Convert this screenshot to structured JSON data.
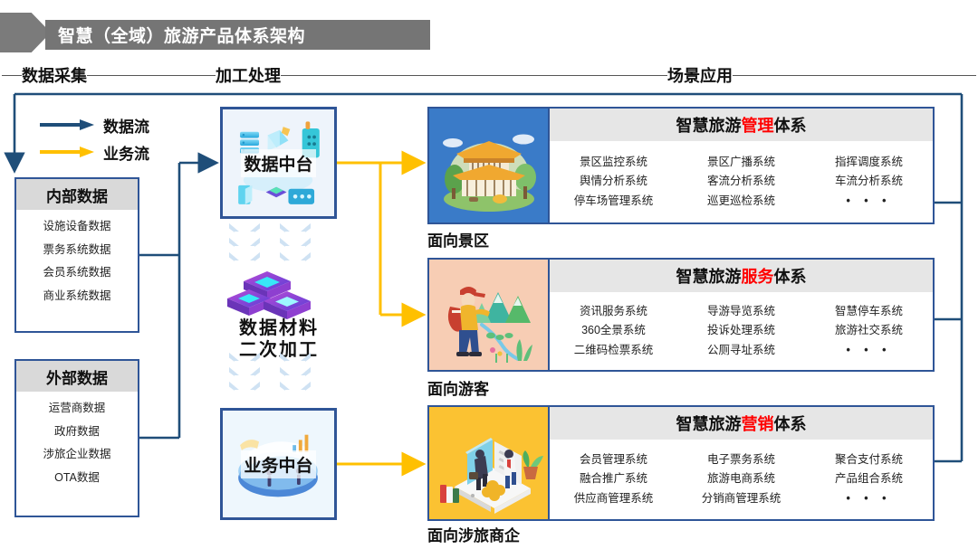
{
  "title": {
    "text": "智慧（全域）旅游产品体系架构"
  },
  "sections": [
    {
      "id": "collect",
      "label": "数据采集"
    },
    {
      "id": "process",
      "label": "加工处理"
    },
    {
      "id": "scene",
      "label": "场景应用"
    }
  ],
  "legend": {
    "items": [
      {
        "label": "数据流",
        "color": "#1f4e79",
        "icon": "arrow-right-icon"
      },
      {
        "label": "业务流",
        "color": "#ffc000",
        "icon": "arrow-right-icon"
      }
    ]
  },
  "sources": [
    {
      "id": "internal",
      "title": "内部数据",
      "items": [
        "设施设备数据",
        "票务系统数据",
        "会员系统数据",
        "商业系统数据"
      ]
    },
    {
      "id": "external",
      "title": "外部数据",
      "items": [
        "运营商数据",
        "政府数据",
        "涉旅企业数据",
        "OTA数据"
      ]
    }
  ],
  "platforms": [
    {
      "id": "data-platform",
      "label": "数据中台",
      "art": "data-center-isometric-illustration"
    },
    {
      "id": "biz-platform",
      "label": "业务中台",
      "art": "business-dashboard-illustration"
    }
  ],
  "middle": {
    "caption_line1": "数据材料",
    "caption_line2": "二次加工",
    "art": "data-cubes-icon",
    "chevron_icon": "chevron-down-icon"
  },
  "panels": [
    {
      "id": "management",
      "title_prefix": "智慧旅游",
      "title_accent": "管理",
      "title_suffix": "体系",
      "thumb": "temple-scenic-illustration",
      "thumb_bg": "#3a7bc8",
      "caption": "面向景区",
      "items": [
        "景区监控系统",
        "景区广播系统",
        "指挥调度系统",
        "舆情分析系统",
        "客流分析系统",
        "车流分析系统",
        "停车场管理系统",
        "巡更巡检系统",
        "• • •"
      ]
    },
    {
      "id": "service",
      "title_prefix": "智慧旅游",
      "title_accent": "服务",
      "title_suffix": "体系",
      "thumb": "hiker-mountains-illustration",
      "thumb_bg": "#f7cdb4",
      "caption": "面向游客",
      "items": [
        "资讯服务系统",
        "导游导览系统",
        "智慧停车系统",
        "360全景系统",
        "投诉处理系统",
        "旅游社交系统",
        "二维码检票系统",
        "公厕寻址系统",
        "• • •"
      ]
    },
    {
      "id": "marketing",
      "title_prefix": "智慧旅游",
      "title_accent": "营销",
      "title_suffix": "体系",
      "thumb": "business-people-isometric-illustration",
      "thumb_bg": "#fbc232",
      "caption": "面向涉旅商企",
      "items": [
        "会员管理系统",
        "电子票务系统",
        "聚合支付系统",
        "融合推广系统",
        "旅游电商系统",
        "产品组合系统",
        "供应商管理系统",
        "分销商管理系统",
        "• • •"
      ]
    }
  ],
  "colors": {
    "data_flow": "#1f4e79",
    "business_flow": "#ffc000",
    "box_border": "#2f5597",
    "header_fill": "#d9d9d9",
    "title_bar": "#757575"
  }
}
